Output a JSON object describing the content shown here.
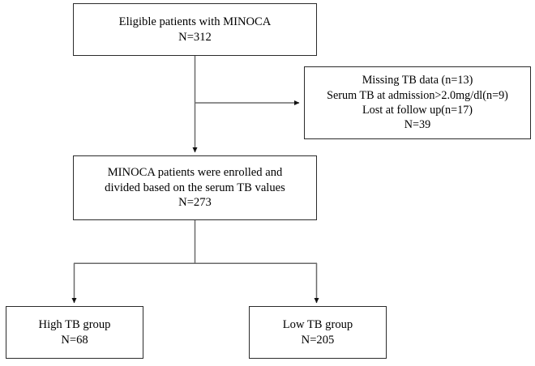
{
  "diagram": {
    "title": "MINOCA patient selection flow diagram",
    "type": "flowchart",
    "line_color": "#555555",
    "box_border_color": "#2b2b2b",
    "background": "#ffffff",
    "nodes": {
      "eligible": {
        "name": "eligible-patients",
        "lines": [
          "Eligible patients with MINOCA",
          "N=312"
        ],
        "count": 312
      },
      "excluded": {
        "name": "excluded-patients",
        "lines": [
          "Missing TB data (n=13)",
          "Serum TB at admission>2.0mg/dl(n=9)",
          "Lost at follow up(n=17)",
          "N=39"
        ],
        "count": 39,
        "reasons": [
          {
            "label": "Missing TB data",
            "n": 13
          },
          {
            "label": "Serum TB at admission>2.0mg/dl",
            "n": 9
          },
          {
            "label": "Lost at follow up",
            "n": 17
          }
        ]
      },
      "enrolled": {
        "name": "enrolled-patients",
        "lines": [
          "MINOCA patients were enrolled and",
          "divided based on the serum TB values",
          "N=273"
        ],
        "count": 273
      },
      "high_tb": {
        "name": "high-tb-group",
        "lines": [
          "High TB group",
          "N=68"
        ],
        "count": 68
      },
      "low_tb": {
        "name": "low-tb-group",
        "lines": [
          "Low TB group",
          "N=205"
        ],
        "count": 205
      }
    },
    "connectors": [
      {
        "name": "eligible-to-enrolled",
        "from": "eligible",
        "to": "enrolled",
        "arrow": "down"
      },
      {
        "name": "eligible-to-excluded",
        "from": "eligible",
        "to": "excluded",
        "arrow": "right"
      },
      {
        "name": "enrolled-to-high-tb",
        "from": "enrolled",
        "to": "high_tb",
        "arrow": "down"
      },
      {
        "name": "enrolled-to-low-tb",
        "from": "enrolled",
        "to": "low_tb",
        "arrow": "down"
      }
    ]
  }
}
